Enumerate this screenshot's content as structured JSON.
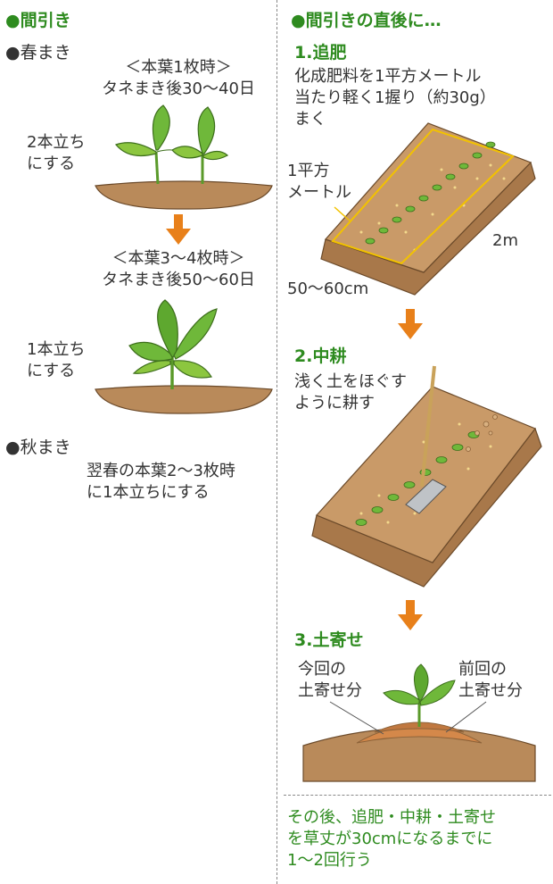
{
  "left": {
    "title": "●間引き",
    "spring": {
      "heading": "●春まき",
      "stage1_title": "＜本葉1枚時＞",
      "stage1_days": "タネまき後30〜40日",
      "stage1_action_1": "2本立ち",
      "stage1_action_2": "にする",
      "stage2_title": "＜本葉3〜4枚時＞",
      "stage2_days": "タネまき後50〜60日",
      "stage2_action_1": "1本立ち",
      "stage2_action_2": "にする"
    },
    "autumn": {
      "heading": "●秋まき",
      "text_1": "翌春の本葉2〜3枚時",
      "text_2": "に1本立ちにする"
    }
  },
  "right": {
    "title": "●間引きの直後に…",
    "step1": {
      "title": "1.追肥",
      "text_1": "化成肥料を1平方メートル",
      "text_2": "当たり軽く1握り（約30g）",
      "text_3": "まく",
      "area_label_1": "1平方",
      "area_label_2": "メートル",
      "length_label": "2m",
      "width_label": "50〜60cm"
    },
    "step2": {
      "title": "2.中耕",
      "text_1": "浅く土をほぐす",
      "text_2": "ように耕す"
    },
    "step3": {
      "title": "3.土寄せ",
      "label_now_1": "今回の",
      "label_now_2": "土寄せ分",
      "label_prev_1": "前回の",
      "label_prev_2": "土寄せ分"
    },
    "note_1": "その後、追肥・中耕・土寄せ",
    "note_2": "を草丈が30cmになるまでに",
    "note_3": "1〜2回行う"
  },
  "colors": {
    "accent_green": "#2e8b1f",
    "arrow_orange": "#e8801a",
    "soil": "#b98a5a",
    "soil_dark": "#8c6239",
    "leaf": "#6fb83a",
    "guide_yellow": "#f2c200"
  }
}
